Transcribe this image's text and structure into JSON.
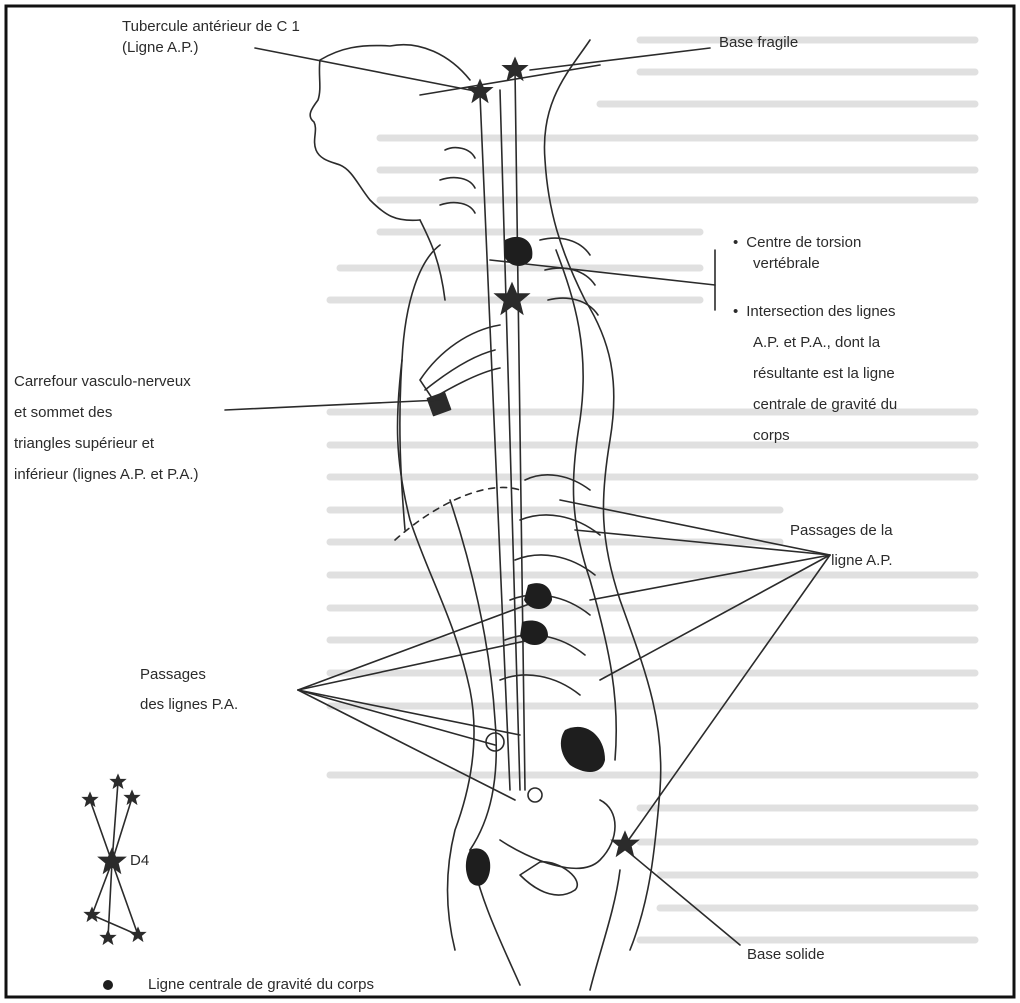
{
  "labels": {
    "tubercule": [
      "Tubercule antérieur de C 1",
      "(Ligne A.P.)"
    ],
    "base_fragile": "Base fragile",
    "centre_torsion": [
      "Centre de torsion",
      "vertébrale"
    ],
    "intersection": [
      "Intersection des lignes",
      "A.P. et P.A., dont la",
      "résultante est la ligne",
      "centrale de gravité du",
      "corps"
    ],
    "carrefour": [
      "Carrefour vasculo-nerveux",
      "et sommet des",
      "triangles supérieur et",
      "inférieur (lignes A.P. et P.A.)"
    ],
    "passages_ap": [
      "Passages de la",
      "ligne A.P."
    ],
    "passages_pa": [
      "Passages",
      "des lignes P.A."
    ],
    "base_solide": "Base solide",
    "d4": "D4"
  },
  "legend": {
    "label": "Ligne centrale de gravité du corps"
  },
  "colors": {
    "ink": "#2b2b2b",
    "frame": "#111111",
    "background_text": "#d6d6d6"
  }
}
